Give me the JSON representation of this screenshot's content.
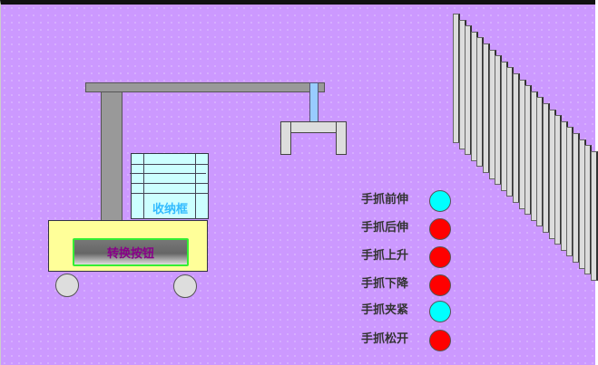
{
  "storage_box": {
    "label": "收纳框"
  },
  "toggle_button": {
    "label": "转换按钮"
  },
  "slats": {
    "count": 24
  },
  "colors": {
    "on": "#00ffff",
    "off": "#ff0000"
  },
  "status": [
    {
      "label": "手抓前伸",
      "state": "on"
    },
    {
      "label": "手抓后伸",
      "state": "off"
    },
    {
      "label": "手抓上升",
      "state": "off"
    },
    {
      "label": "手抓下降",
      "state": "off"
    },
    {
      "label": "手抓夹紧",
      "state": "on"
    },
    {
      "label": "手抓松开",
      "state": "off"
    }
  ]
}
